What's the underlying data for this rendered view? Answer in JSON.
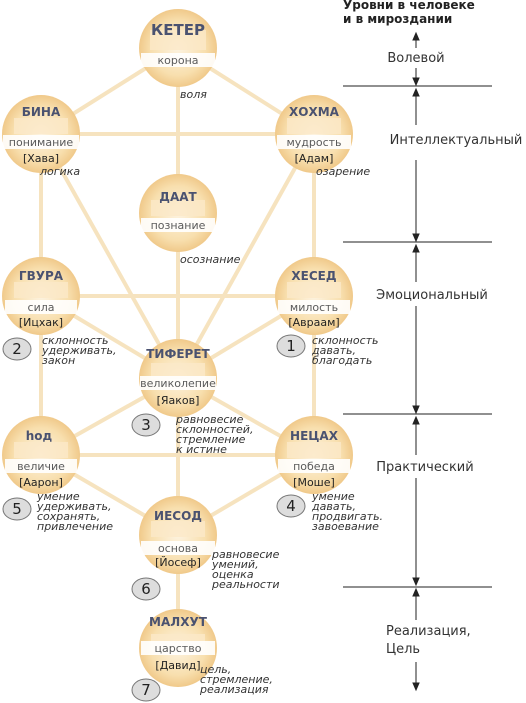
{
  "header": {
    "line1": "Уровни в человеке",
    "line2": "и в мироздании"
  },
  "levels": [
    {
      "label": "Волевой"
    },
    {
      "label": "Интеллектуальный"
    },
    {
      "label": "Эмоциональный"
    },
    {
      "label": "Практический"
    },
    {
      "label": "Реализация,",
      "label2": "Цель"
    }
  ],
  "sefirot": [
    {
      "name": "КЕТЕР",
      "meaning": "корона",
      "person": ""
    },
    {
      "name": "БИНА",
      "meaning": "понимание",
      "person": "[Хава]"
    },
    {
      "name": "ХОХМА",
      "meaning": "мудрость",
      "person": "[Адам]"
    },
    {
      "name": "ДААТ",
      "meaning": "познание",
      "person": ""
    },
    {
      "name": "ГВУРА",
      "meaning": "сила",
      "person": "[Ицхак]"
    },
    {
      "name": "ХЕСЕД",
      "meaning": "милость",
      "person": "[Авраам]"
    },
    {
      "name": "ТИФЕРЕТ",
      "meaning": "великолепие",
      "person": "[Яаков]"
    },
    {
      "name": "hод",
      "meaning": "величие",
      "person": "[Аарон]"
    },
    {
      "name": "НЕЦАХ",
      "meaning": "победа",
      "person": "[Моше]"
    },
    {
      "name": "ИЕСОД",
      "meaning": "основа",
      "person": "[Йосеф]"
    },
    {
      "name": "МАЛХУТ",
      "meaning": "царство",
      "person": "[Давид]"
    }
  ],
  "notes": {
    "volya": "воля",
    "logika": "логика",
    "ozarenie": "озарение",
    "osoznanie": "осознание",
    "n1": [
      "склонность",
      "давать,",
      "благодать"
    ],
    "n2": [
      "склонность",
      "удерживать,",
      "закон"
    ],
    "n3": [
      "равновесие",
      "склонностей,",
      "стремление",
      "к истине"
    ],
    "n4": [
      "умение",
      "давать,",
      "продвигать.",
      "завоевание"
    ],
    "n5": [
      "умение",
      "удерживать,",
      "сохранять,",
      "привлечение"
    ],
    "n6": [
      "равновесие",
      "умений,",
      "оценка",
      "реальности"
    ],
    "n7": [
      "цель,",
      "стремление,",
      "реализация"
    ]
  },
  "numbers": [
    "1",
    "2",
    "3",
    "4",
    "5",
    "6",
    "7"
  ],
  "colors": {
    "circle_light": "#fdf2dc",
    "circle_dark": "#f3cf8f",
    "connector": "#f6e3bf",
    "badge": "#dddddd",
    "rule": "#222222"
  }
}
